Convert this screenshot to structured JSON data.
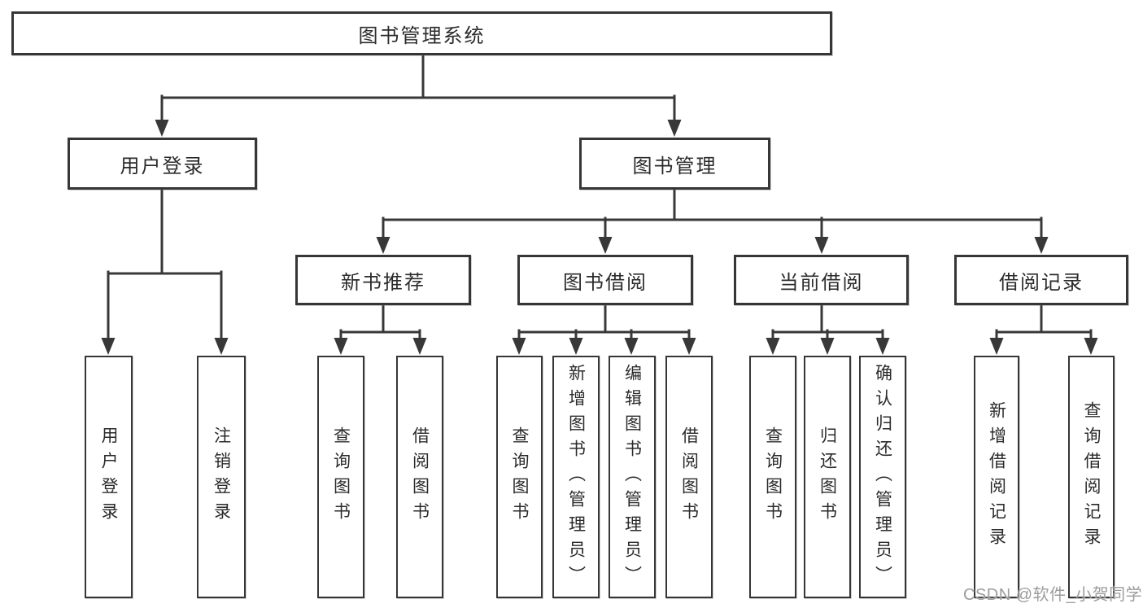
{
  "diagram_title": "图书管理系统",
  "tree": {
    "root": {
      "label": "图书管理系统",
      "children": [
        {
          "label": "用户登录",
          "children": [
            {
              "label": "用户登录"
            },
            {
              "label": "注销登录"
            }
          ]
        },
        {
          "label": "图书管理",
          "children": [
            {
              "label": "新书推荐",
              "children": [
                {
                  "label": "查询图书"
                },
                {
                  "label": "借阅图书"
                }
              ]
            },
            {
              "label": "图书借阅",
              "children": [
                {
                  "label": "查询图书"
                },
                {
                  "label": "新增图书（管理员）"
                },
                {
                  "label": "编辑图书（管理员）"
                },
                {
                  "label": "借阅图书"
                }
              ]
            },
            {
              "label": "当前借阅",
              "children": [
                {
                  "label": "查询图书"
                },
                {
                  "label": "归还图书"
                },
                {
                  "label": "确认归还（管理员）"
                }
              ]
            },
            {
              "label": "借阅记录",
              "children": [
                {
                  "label": "新增借阅记录"
                },
                {
                  "label": "查询借阅记录"
                }
              ]
            }
          ]
        }
      ]
    }
  },
  "watermark": {
    "text": "CSDN @软件_小贺同学",
    "color": "#9c9c9c"
  },
  "colors": {
    "line": "#383838",
    "box_border": "#363636",
    "text": "#2b2b2b",
    "background": "#ffffff"
  }
}
